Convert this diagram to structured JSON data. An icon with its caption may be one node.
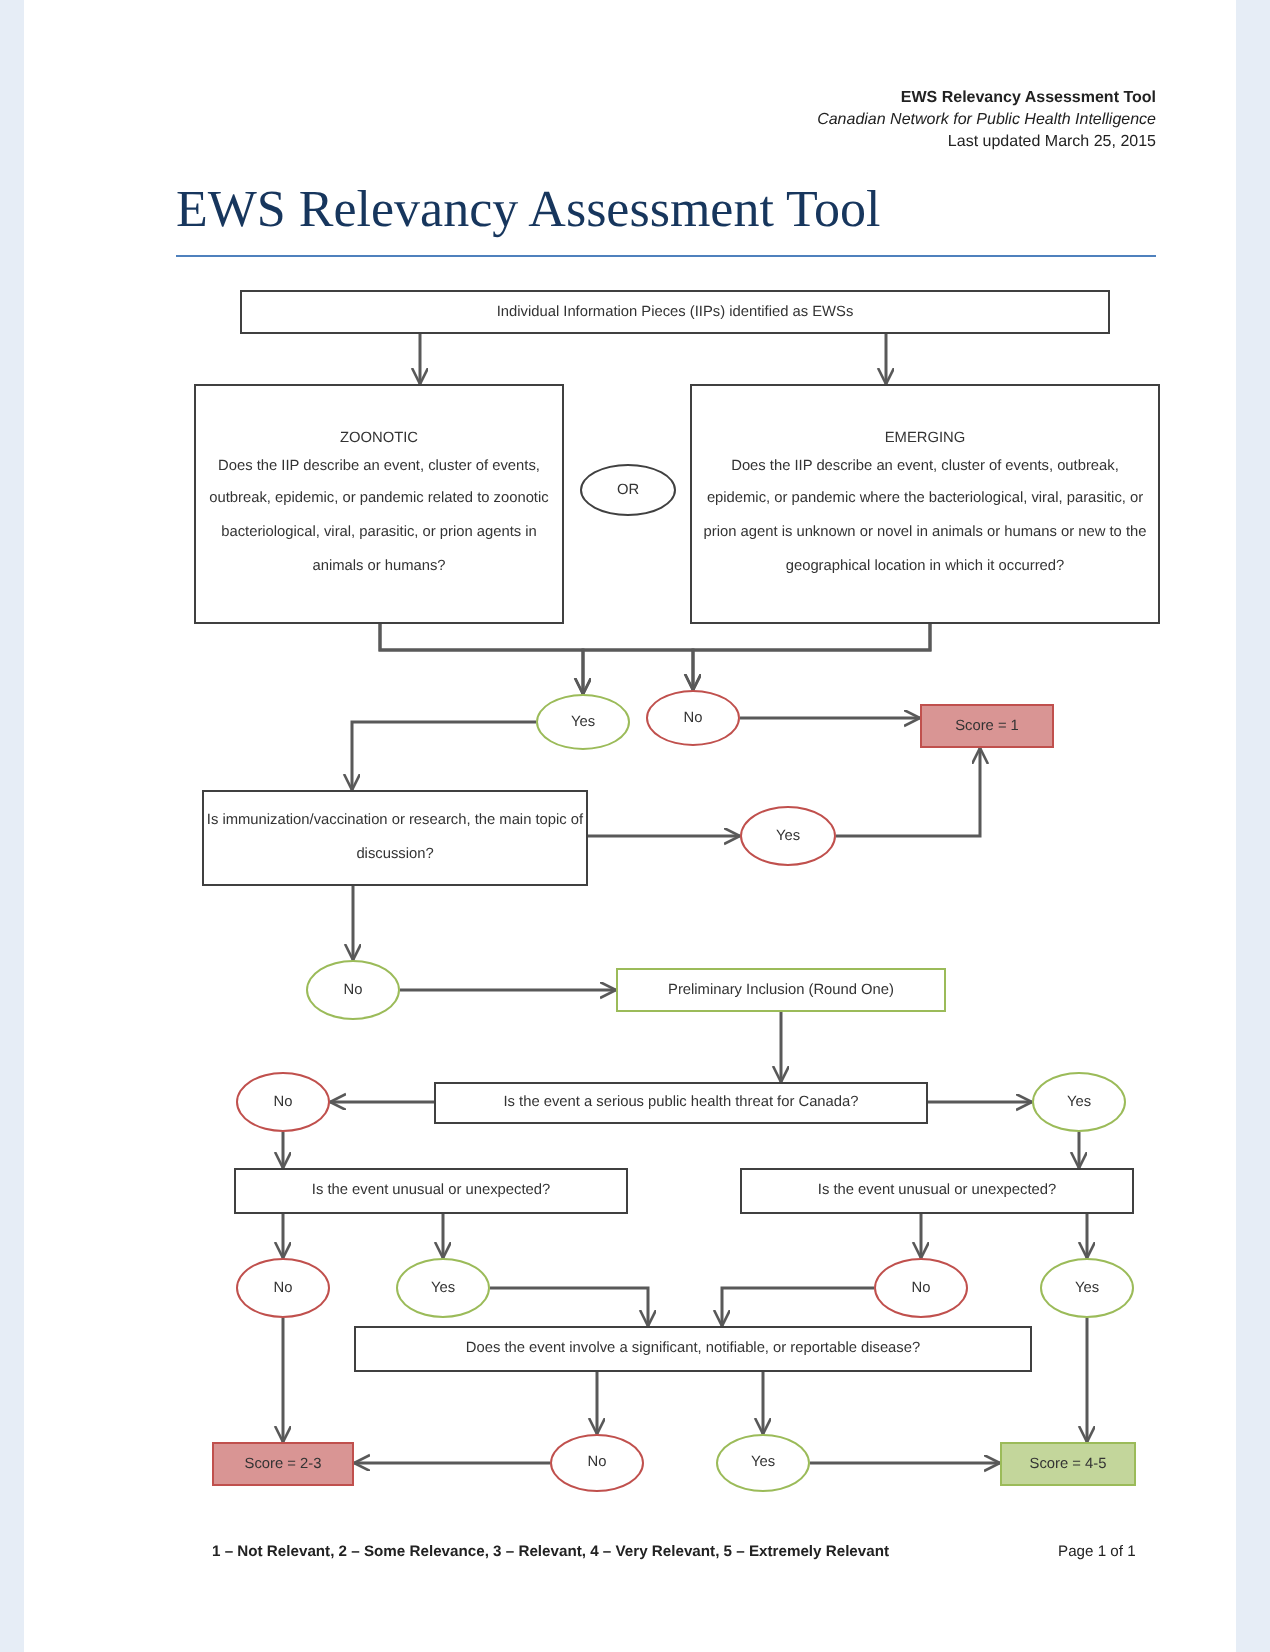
{
  "diagram": {
    "title": "EWS Relevancy Assessment Tool",
    "nodes": [
      {
        "text": [
          "Individual Information Pieces (IIPs) identified as EWSs"
        ]
      },
      {
        "text": [
          "ZOONOTIC",
          "Does the IIP describe an event, cluster of events, outbreak, epidemic, or pandemic related to zoonotic bacteriological, viral, parasitic, or prion agents in animals or humans?"
        ]
      },
      {
        "text": [
          "OR"
        ]
      },
      {
        "text": [
          "EMERGING",
          "Does the IIP describe an event, cluster of events, outbreak, epidemic, or pandemic where the bacteriological, viral, parasitic, or prion agent is unknown or novel in animals or humans or new to the geographical location in which it occurred?"
        ]
      },
      {
        "text": [
          "Yes"
        ]
      },
      {
        "text": [
          "No"
        ]
      },
      {
        "text": [
          "Score = 1"
        ]
      },
      {
        "text": [
          "Is immunization/vaccination or research, the main topic of discussion?"
        ]
      },
      {
        "text": [
          "Yes"
        ]
      },
      {
        "text": [
          "No"
        ]
      },
      {
        "text": [
          "Preliminary Inclusion (Round One)"
        ]
      },
      {
        "text": [
          "Is the event a serious public health threat for Canada?"
        ]
      },
      {
        "text": [
          "No"
        ]
      },
      {
        "text": [
          "Yes"
        ]
      },
      {
        "text": [
          "Is the event unusual or unexpected?"
        ]
      },
      {
        "text": [
          "Is the event unusual or unexpected?"
        ]
      },
      {
        "text": [
          "No"
        ]
      },
      {
        "text": [
          "Yes"
        ]
      },
      {
        "text": [
          "No"
        ]
      },
      {
        "text": [
          "Yes"
        ]
      },
      {
        "text": [
          "Does the event involve a significant, notifiable, or reportable disease?"
        ]
      },
      {
        "text": [
          "Score = 2-3"
        ]
      },
      {
        "text": [
          "No"
        ]
      },
      {
        "text": [
          "Yes"
        ]
      },
      {
        "text": [
          "Score = 4-5"
        ]
      }
    ],
    "edges": [
      {
        "from": 0,
        "to": 1,
        "arrow": "to"
      },
      {
        "from": 0,
        "to": 3,
        "arrow": "to"
      },
      {
        "from": 1,
        "to": 4,
        "arrow": "to"
      },
      {
        "from": 1,
        "to": 5,
        "arrow": "to"
      },
      {
        "from": 3,
        "to": 4,
        "arrow": "to"
      },
      {
        "from": 3,
        "to": 5,
        "arrow": "to"
      },
      {
        "from": 4,
        "to": 7,
        "arrow": "to"
      },
      {
        "from": 5,
        "to": 6,
        "arrow": "to"
      },
      {
        "from": 7,
        "to": 8,
        "arrow": "to"
      },
      {
        "from": 8,
        "to": 6,
        "arrow": "to"
      },
      {
        "from": 7,
        "to": 9,
        "arrow": "to"
      },
      {
        "from": 9,
        "to": 10,
        "arrow": "to"
      },
      {
        "from": 10,
        "to": 11,
        "arrow": "to"
      },
      {
        "from": 11,
        "to": 12,
        "arrow": "to"
      },
      {
        "from": 11,
        "to": 13,
        "arrow": "to"
      },
      {
        "from": 12,
        "to": 14,
        "arrow": "to"
      },
      {
        "from": 13,
        "to": 15,
        "arrow": "to"
      },
      {
        "from": 14,
        "to": 16,
        "arrow": "to"
      },
      {
        "from": 14,
        "to": 17,
        "arrow": "to"
      },
      {
        "from": 15,
        "to": 18,
        "arrow": "to"
      },
      {
        "from": 15,
        "to": 19,
        "arrow": "to"
      },
      {
        "from": 17,
        "to": 20,
        "arrow": "to"
      },
      {
        "from": 18,
        "to": 20,
        "arrow": "to"
      },
      {
        "from": 16,
        "to": 21,
        "arrow": "to"
      },
      {
        "from": 19,
        "to": 24,
        "arrow": "to"
      },
      {
        "from": 20,
        "to": 22,
        "arrow": "to"
      },
      {
        "from": 20,
        "to": 23,
        "arrow": "to"
      },
      {
        "from": 22,
        "to": 21,
        "arrow": "to"
      },
      {
        "from": 23,
        "to": 24,
        "arrow": "to"
      }
    ],
    "labels": [
      "EWS Relevancy Assessment Tool",
      "Canadian Network for Public Health Intelligence",
      "Last updated March 25, 2015",
      "1 – Not Relevant, 2 – Some Relevance, 3 – Relevant, 4 – Very Relevant, 5 – Extremely Relevant",
      "Page 1 of 1"
    ]
  }
}
